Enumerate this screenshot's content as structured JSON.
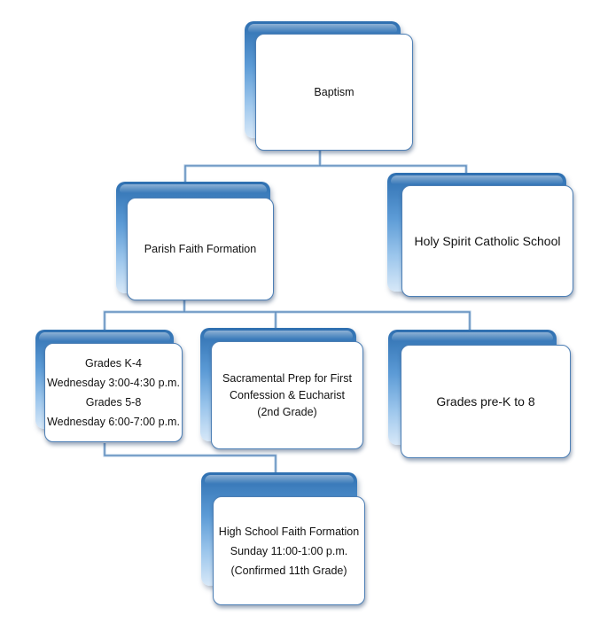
{
  "diagram": {
    "nodes": [
      {
        "id": "baptism",
        "lines": [
          "Baptism"
        ]
      },
      {
        "id": "parish",
        "lines": [
          "Parish Faith Formation"
        ]
      },
      {
        "id": "school",
        "lines": [
          "Holy Spirit Catholic School"
        ]
      },
      {
        "id": "grades",
        "lines": [
          "Grades K-4",
          "Wednesday 3:00-4:30 p.m.",
          "Grades 5-8",
          "Wednesday 6:00-7:00 p.m."
        ]
      },
      {
        "id": "sacramental",
        "lines": [
          "Sacramental Prep for First",
          "Confession & Eucharist",
          "(2nd Grade)"
        ]
      },
      {
        "id": "prek",
        "lines": [
          "Grades pre-K to 8"
        ]
      },
      {
        "id": "highschool",
        "lines": [
          "High School Faith Formation",
          "Sunday 11:00-1:00 p.m.",
          "(Confirmed 11th Grade)"
        ]
      }
    ],
    "edges": [
      {
        "from": "baptism",
        "to": "parish"
      },
      {
        "from": "baptism",
        "to": "school"
      },
      {
        "from": "parish",
        "to": "grades"
      },
      {
        "from": "parish",
        "to": "sacramental"
      },
      {
        "from": "parish",
        "to": "prek"
      },
      {
        "from": "grades",
        "to": "highschool"
      }
    ],
    "colors": {
      "box_back": "#5c9bd6",
      "box_border": "#4d7fb5",
      "connector": "#a9c5e0"
    }
  }
}
